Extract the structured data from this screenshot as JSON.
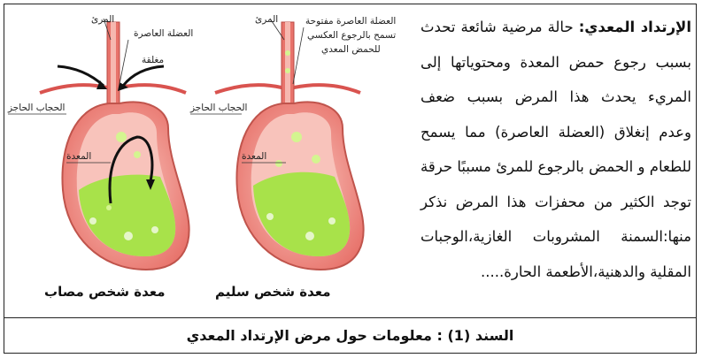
{
  "paragraph": {
    "lead": "الإرتداد المعدي:",
    "body": " حالة مرضية شائعة تحدث بسبب رجوع حمض المعدة ومحتوياتها إلى المريء يحدث هذا المرض بسبب ضعف وعدم إنغلاق (العضلة العاصرة) مما يسمح للطعام و الحمض بالرجوع للمرئ مسببًا حرقة توجد الكثير من محفزات هذا المرض نذكر منها:السمنة المشروبات الغازية،الوجبات المقلية والدهنية،الأطعمة الحارة....."
  },
  "caption": "السند (1) : معلومات حول مرض الإرتداد المعدي",
  "diagram_left": {
    "title": "معدة شخص مصاب",
    "labels": {
      "esophagus": "المرئ",
      "sphincter": "العضلة العاصرة",
      "closed": "مغلقة",
      "diaphragm": "الحجاب الحاجز",
      "stomach": "المعدة"
    }
  },
  "diagram_right": {
    "title": "معدة شخص سليم",
    "labels": {
      "esophagus": "المرئ",
      "sphincter": "العضلة العاصرة مفتوحة",
      "reflux": "تسمح بالرجوع العكسي",
      "acid": "للحمض المعدي",
      "diaphragm": "الحجاب الحاجز",
      "stomach": "المعدة"
    }
  },
  "colors": {
    "stomach_wall": "#e8736b",
    "stomach_inner": "#f6b8b0",
    "acid": "#a8e24a",
    "acid_light": "#d4f590",
    "diaphragm": "#d9534f",
    "border": "#222222"
  }
}
